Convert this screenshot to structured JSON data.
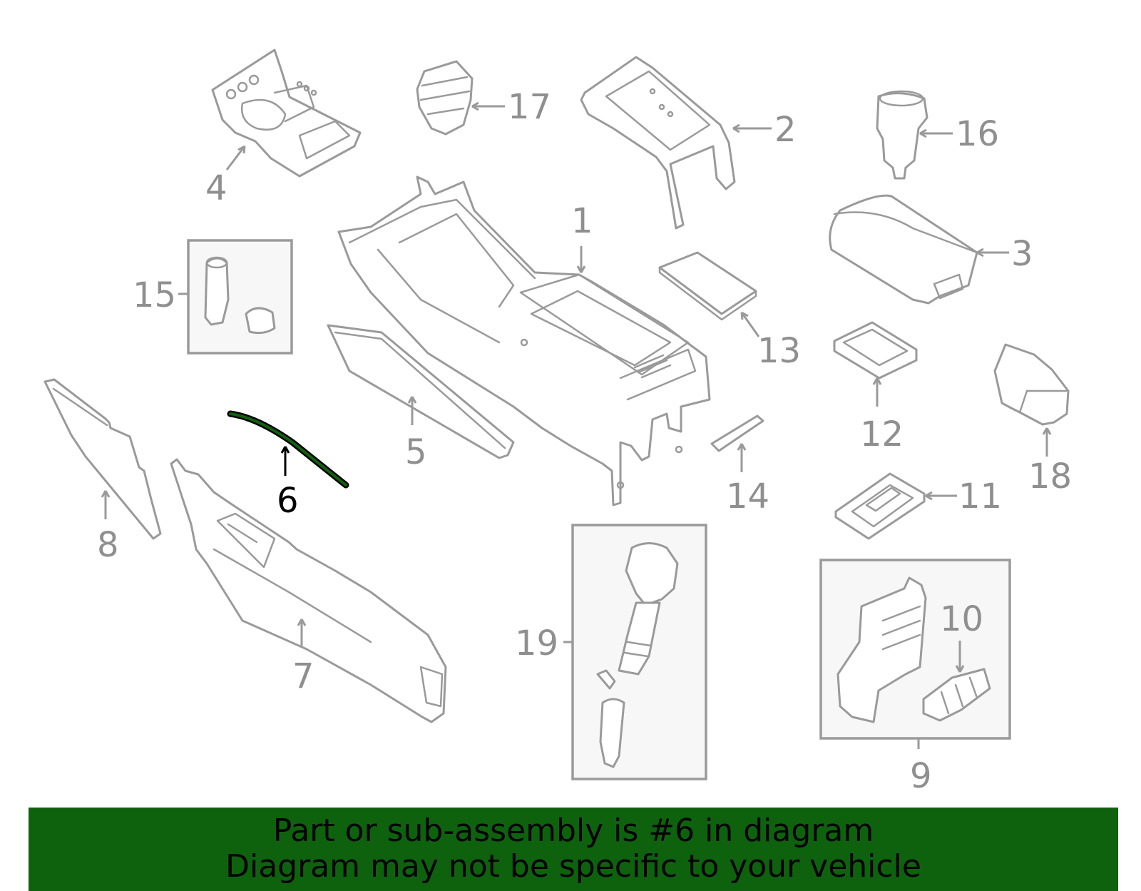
{
  "diagram": {
    "highlighted_part": "6",
    "callouts": [
      "1",
      "2",
      "3",
      "4",
      "5",
      "6",
      "7",
      "8",
      "9",
      "10",
      "11",
      "12",
      "13",
      "14",
      "15",
      "16",
      "17",
      "18",
      "19"
    ],
    "colors": {
      "part_stroke": "#9a9a9a",
      "highlight": "#0e620e",
      "banner_background": "#0e620e",
      "text_highlight": "#000000"
    }
  },
  "banner": {
    "line1": "Part or sub-assembly is #6 in diagram",
    "line2": "Diagram may not be specific to your vehicle"
  }
}
